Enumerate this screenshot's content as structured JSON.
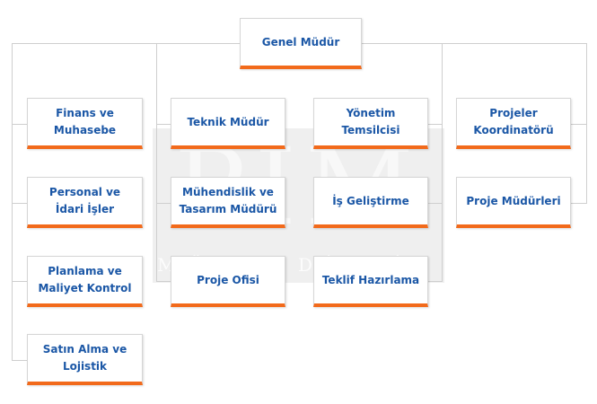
{
  "nodes": {
    "genel_mudur": "Genel Müdür",
    "finans": "Finans ve Muhasebe",
    "personel": "Personal ve\nİdari İşler",
    "planlama": "Planlama ve\nMaliyet Kontrol",
    "satin_alma": "Satın Alma ve\nLojistik",
    "teknik_mudur": "Teknik Müdür",
    "muhendislik": "Mühendislik ve\nTasarım Müdürü",
    "proje_ofisi": "Proje Ofisi",
    "yonetim": "Yönetim Temsilcisi",
    "is_gelistirme": "İş Geliştirme",
    "teklif": "Teklif Hazırlama",
    "proje_koord": "Projeler\nKoordinatörü",
    "proje_mudurleri": "Proje Müdürleri"
  },
  "watermark": {
    "letters": "PİM",
    "word": "MÜHENDİSLİK"
  },
  "colors": {
    "box_text": "#1b57a6",
    "box_underline": "#f26a1b",
    "connector": "#cfcfcf"
  }
}
